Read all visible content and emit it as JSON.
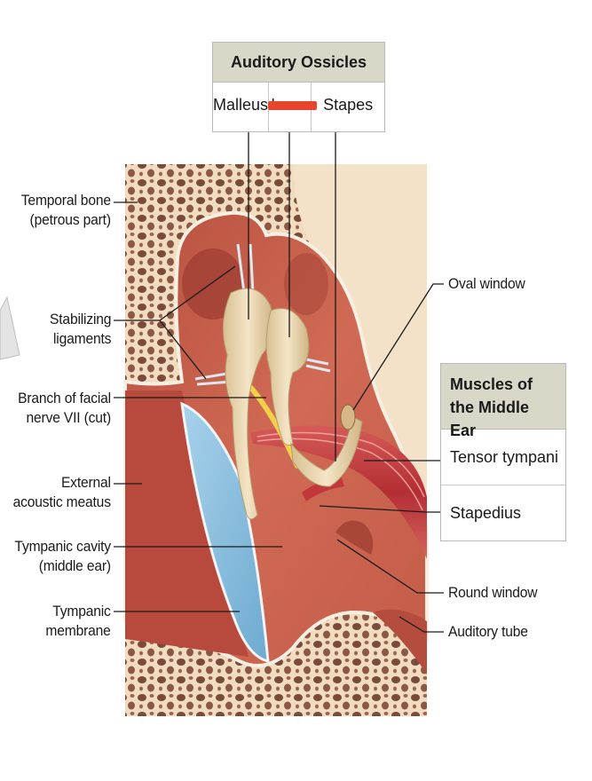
{
  "ossicles_box": {
    "title": "Auditory Ossicles",
    "items": [
      "Malleus",
      "Incus",
      "Stapes"
    ]
  },
  "muscles_box": {
    "title_line1": "Muscles of",
    "title_line2": "the Middle Ear",
    "items": [
      "Tensor tympani",
      "Stapedius"
    ]
  },
  "labels_left": {
    "temporal_bone": [
      "Temporal bone",
      "(petrous part)"
    ],
    "stabilizing_ligaments": [
      "Stabilizing",
      "ligaments"
    ],
    "facial_nerve": [
      "Branch of facial",
      "nerve VII (cut)"
    ],
    "external_meatus": [
      "External",
      "acoustic meatus"
    ],
    "tympanic_cavity": [
      "Tympanic cavity",
      "(middle ear)"
    ],
    "tympanic_membrane": [
      "Tympanic",
      "membrane"
    ]
  },
  "labels_right": {
    "oval_window": "Oval window",
    "round_window": "Round window",
    "auditory_tube": "Auditory tube"
  },
  "colors": {
    "bone": "#f1dcbf",
    "bone_pore": "#7a4a3a",
    "cavity": "#c9624f",
    "cavity_dark": "#a64536",
    "membrane": "#8fc3e3",
    "ossicle": "#ead7b3",
    "nerve": "#f2d04a",
    "muscle": "#c23a3a",
    "annotation_strike": "#e8452c",
    "box_header": "#d9d8c8"
  }
}
